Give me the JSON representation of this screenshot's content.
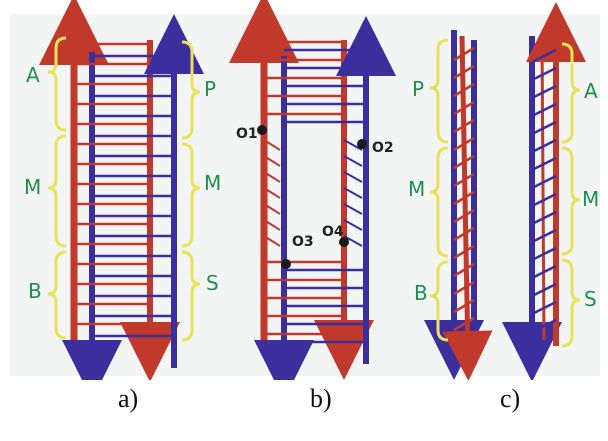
{
  "captions": {
    "a": "a)",
    "b": "b)",
    "c": "c)"
  },
  "labels": {
    "a": {
      "left": [
        "A",
        "M",
        "B"
      ],
      "right": [
        "P",
        "M",
        "S"
      ]
    },
    "b": {
      "origins": [
        "O1",
        "O2",
        "O3",
        "O4"
      ]
    },
    "c_left": [
      "P",
      "M",
      "B"
    ],
    "c_right": [
      "A",
      "M",
      "S"
    ]
  },
  "colors": {
    "red_strand": "#c0392b",
    "blue_strand": "#3b2f9e",
    "brace": "#e8e35a",
    "handwriting": "#1f8f4e",
    "board": "#f4f6f6"
  }
}
